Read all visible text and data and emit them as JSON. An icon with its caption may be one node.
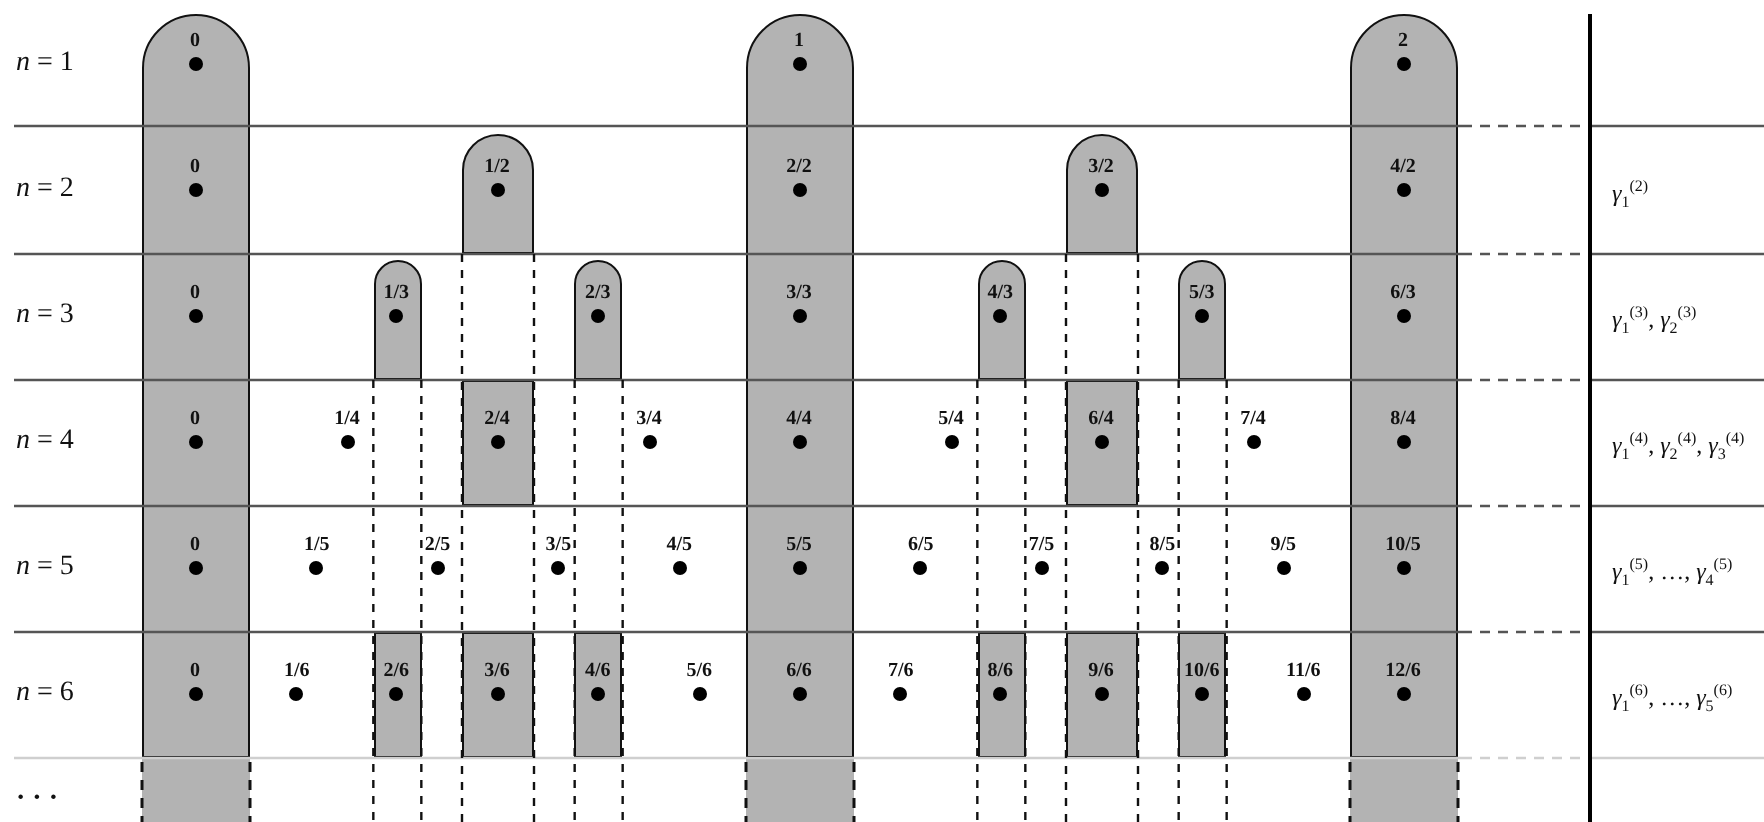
{
  "diagram": {
    "nodes": [
      {
        "text": [
          "0",
          "0",
          "0",
          "0",
          "0",
          "0"
        ]
      },
      {
        "text": [
          "1",
          "2/2",
          "3/3",
          "4/4",
          "5/5",
          "6/6"
        ]
      },
      {
        "text": [
          "2",
          "4/2",
          "6/3",
          "8/4",
          "10/5",
          "12/6"
        ]
      },
      {
        "text": [
          "1/2"
        ]
      },
      {
        "text": [
          "3/2"
        ]
      },
      {
        "text": [
          "1/3"
        ]
      },
      {
        "text": [
          "2/3"
        ]
      },
      {
        "text": [
          "4/3"
        ]
      },
      {
        "text": [
          "5/3"
        ]
      },
      {
        "text": [
          "2/4"
        ]
      },
      {
        "text": [
          "6/4"
        ]
      },
      {
        "text": [
          "2/6"
        ]
      },
      {
        "text": [
          "3/6"
        ]
      },
      {
        "text": [
          "4/6"
        ]
      },
      {
        "text": [
          "8/6"
        ]
      },
      {
        "text": [
          "9/6"
        ]
      },
      {
        "text": [
          "10/6"
        ]
      }
    ],
    "labels": [
      "*n* = 1",
      "*n* = 2",
      "*γ*$_{1}$$^{(2)}$",
      "*n* = 3",
      "*γ*$_{1}$$^{(3)}$, *γ*$_{2}$$^{(3)}$",
      "*n* = 4",
      "1/4",
      "3/4",
      "5/4",
      "7/4",
      "*γ*$_{1}$$^{(4)}$, *γ*$_{2}$$^{(4)}$, *γ*$_{3}$$^{(4)}$",
      "*n* = 5",
      "1/5",
      "2/5",
      "3/5",
      "4/5",
      "6/5",
      "7/5",
      "8/5",
      "9/5",
      "*γ*$_{1}$$^{(5)}$, …, *γ*$_{4}$$^{(5)}$",
      "*n* = 6",
      "1/6",
      "5/6",
      "7/6",
      "11/6",
      "*γ*$_{1}$$^{(6)}$, …, *γ*$_{5}$$^{(6)}$",
      "· · ·"
    ]
  }
}
